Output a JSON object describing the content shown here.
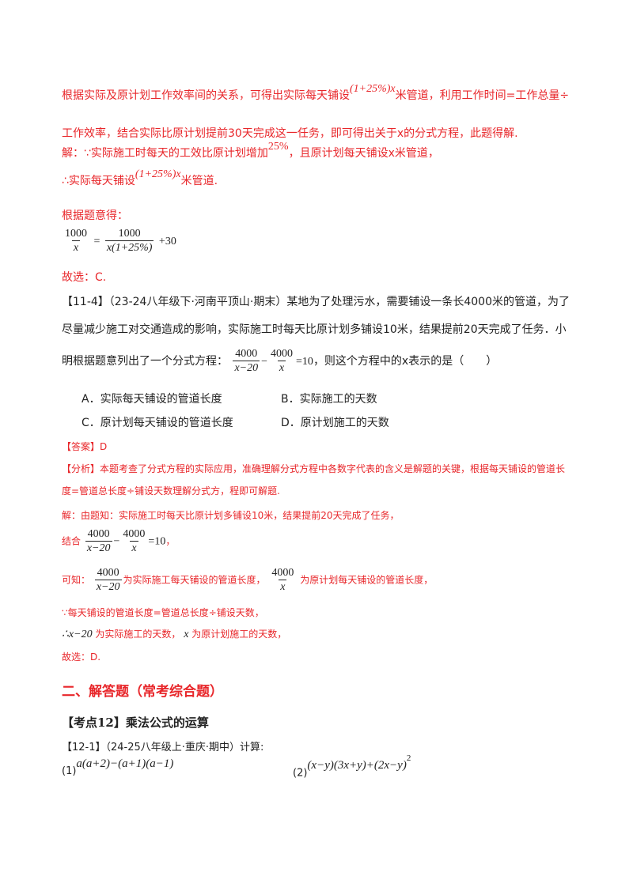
{
  "s1": {
    "l1a": "根据实际及原计划工作效率间的关系，可得出实际每天铺设",
    "l1m": "(1+25%)x",
    "l1b": "米管道，利用工作时间=工作总量÷",
    "l2": "工作效率，结合实际比原计划提前30天完成这一任务，即可得出关于x的分式方程，此题得解.",
    "l3a": "解：∵实际施工时每天的工效比原计划增加",
    "l3m": "25%",
    "l3b": "，且原计划每天铺设x米管道，",
    "l4a": "∴实际每天铺设",
    "l4m": "(1+25%)x",
    "l4b": "米管道.",
    "l5": "根据题意得：",
    "eq": {
      "n1": "1000",
      "d1": "x",
      "mid": "=",
      "n2": "1000",
      "d2": "x(1+25%)",
      "tail": "+30"
    },
    "l6": "故选：C."
  },
  "q114": {
    "l1": "【11-4】（23-24八年级下·河南平顶山·期末）某地为了处理污水，需要铺设一条长4000米的管道，为了",
    "l2": "尽量减少施工对交通造成的影响，实际施工时每天比原计划多铺设10米，结果提前20天完成了任务．小",
    "l3a": "明根据题意列出了一个分式方程：",
    "eq": {
      "n1": "4000",
      "d1": "x−20",
      "op": "−",
      "n2": "4000",
      "d2": "x",
      "tail": "=10"
    },
    "l3b": "，则这个方程中的x表示的是（　　）",
    "opts": {
      "A": "A．实际每天铺设的管道长度",
      "B": "B．实际施工的天数",
      "C": "C．原计划每天铺设的管道长度",
      "D": "D．原计划施工的天数"
    }
  },
  "ans": {
    "answer": "【答案】D",
    "a1": "【分析】本题考查了分式方程的实际应用，准确理解分式方程中各数字代表的含义是解题的关键，根据每天铺设的管道长",
    "a2": "度=管道总长度÷铺设天数理解分式方，程即可解题.",
    "a3": "解：由题知：实际施工时每天比原计划多铺设10米，结果提前20天完成了任务，",
    "a4pre": "结合",
    "a4post": "，",
    "a5pre": "可知：",
    "a5mid": "为实际施工每天铺设的管道长度，",
    "a5post": "为原计划每天铺设的管道长度，",
    "a6": "∵每天铺设的管道长度=管道总长度÷铺设天数，",
    "a7a": "∴x−20",
    "a7b": "为实际施工的天数，",
    "a7c": "x",
    "a7d": "为原计划施工的天数，",
    "a8": "故选：D."
  },
  "sec2": "二、解答题（常考综合题）",
  "kd12": "【考点12】乘法公式的运算",
  "q121": {
    "stem": "【12-1】（24-25八年级上·重庆·期中）计算:",
    "p1": "(1)",
    "e1": "a(a+2)−(a+1)(a−1)",
    "p2": "(2)",
    "e2": "(x−y)(3x+y)+(2x−y)",
    "e2sup": "2"
  }
}
